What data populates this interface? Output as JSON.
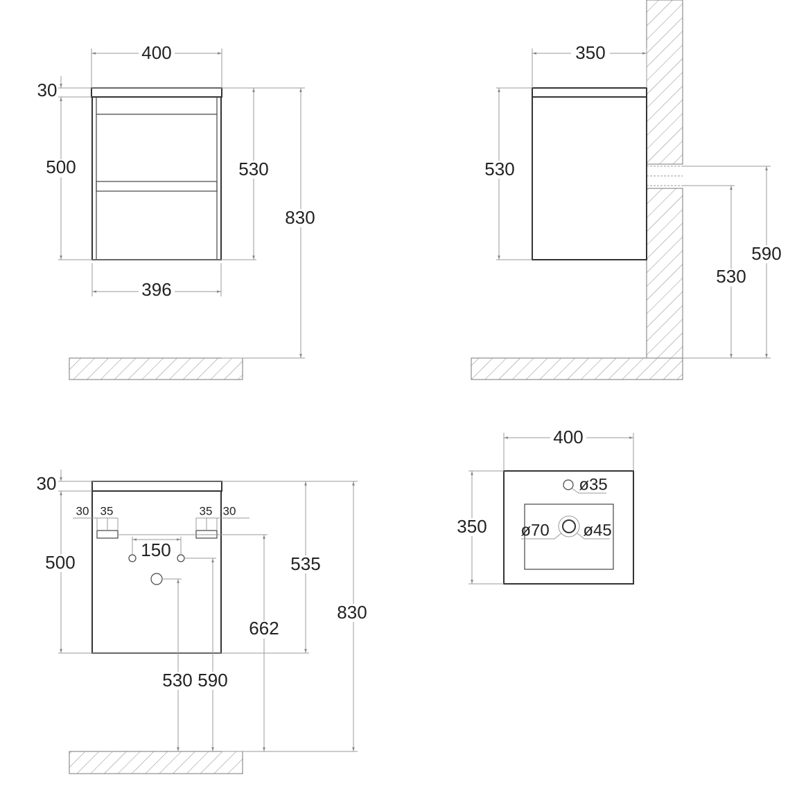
{
  "front_view": {
    "width_top": "400",
    "top_thickness": "30",
    "body_height": "500",
    "cabinet_height": "530",
    "total_height": "830",
    "width_bottom": "396"
  },
  "side_view": {
    "depth": "350",
    "cabinet_height": "530",
    "pipe_upper": "590",
    "pipe_lower": "530"
  },
  "back_view": {
    "top_thickness": "30",
    "body_height": "500",
    "cabinet_height": "535",
    "total_height": "830",
    "bracket_left_offset": "30",
    "bracket_left_width": "35",
    "bracket_right_width": "35",
    "bracket_right_offset": "30",
    "hole_spacing": "150",
    "bracket_height": "662",
    "hole_height": "590",
    "drain_height": "530"
  },
  "top_view": {
    "width": "400",
    "depth": "350",
    "tap_hole": "ø35",
    "drain_outer": "ø70",
    "drain_inner": "ø45"
  },
  "colors": {
    "outline": "#333333",
    "dimension": "#999999"
  }
}
